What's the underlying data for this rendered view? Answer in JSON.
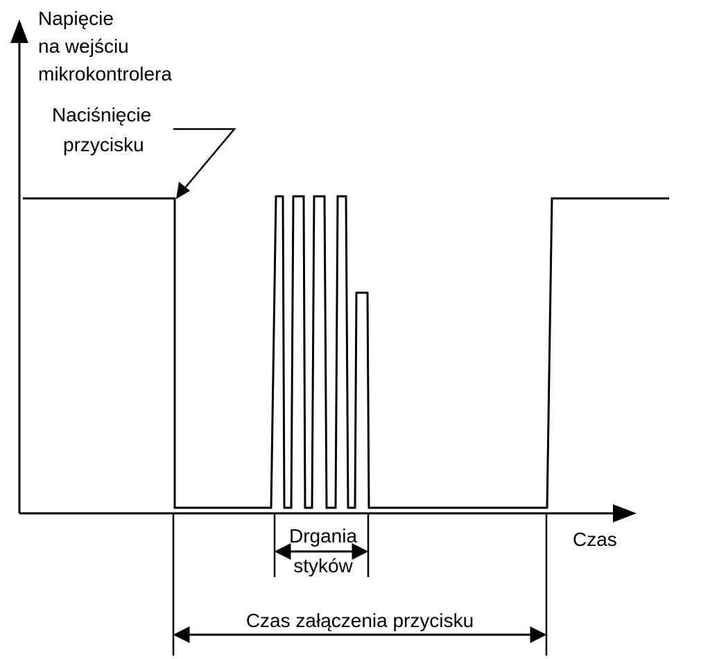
{
  "axes": {
    "y_label": [
      "Napięcie",
      "na wejściu",
      "mikrokontrolera"
    ],
    "x_label": "Czas"
  },
  "annotations": {
    "press_label": [
      "Naciśnięcie",
      "przycisku"
    ],
    "bounce_label": [
      "Drgania",
      "styków"
    ],
    "duration_label": "Czas załączenia przycisku"
  },
  "colors": {
    "line": "#000000",
    "background": "#ffffff"
  }
}
